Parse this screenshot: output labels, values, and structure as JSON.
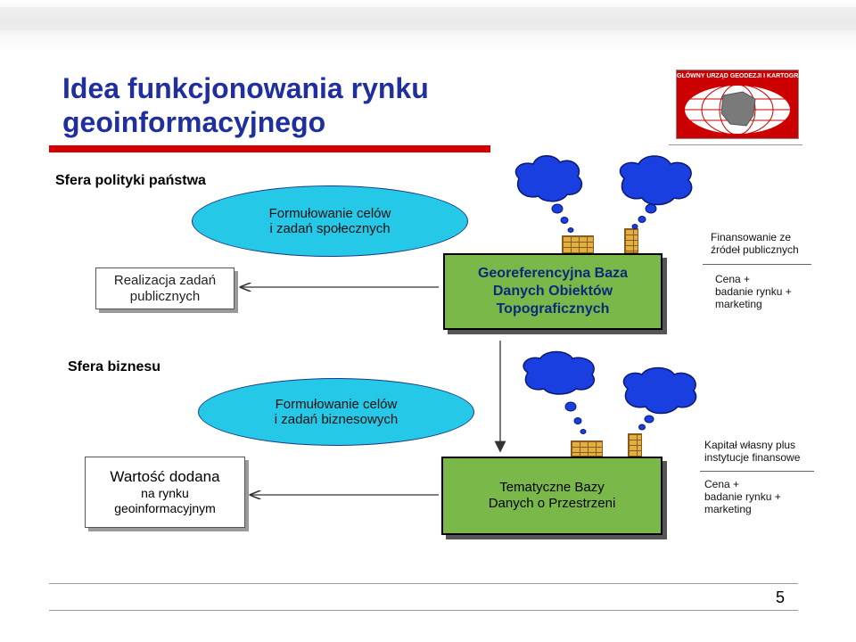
{
  "title": {
    "line1": "Idea funkcjonowania rynku",
    "line2": "geoinformacyjnego"
  },
  "logo": {
    "text": "GŁÓWNY URZĄD GEODEZJI I KARTOGRAFII"
  },
  "sphere_state": {
    "label": "Sfera polityki państwa",
    "goals": {
      "line1": "Formułowanie celów",
      "line2": "i zadań społecznych"
    },
    "realization": {
      "line1": "Realizacja zadań",
      "line2": "publicznych"
    },
    "database": {
      "line1": "Georeferencyjna Baza",
      "line2": "Danych Obiektów",
      "line3": "Topograficznych"
    },
    "financing": {
      "line1": "Finansowanie ze",
      "line2": "źródeł publicznych"
    },
    "price": {
      "line1": "Cena +",
      "line2": "badanie rynku +",
      "line3": "marketing"
    }
  },
  "sphere_business": {
    "label": "Sfera biznesu",
    "goals": {
      "line1": "Formułowanie celów",
      "line2": "i zadań biznesowych"
    },
    "value": {
      "line1": "Wartość dodana",
      "line2": "na rynku",
      "line3": "geoinformacyjnym"
    },
    "database": {
      "line1": "Tematyczne Bazy",
      "line2": "Danych o Przestrzeni"
    },
    "capital": {
      "line1": "Kapitał własny plus",
      "line2": "instytucje finansowe"
    },
    "price": {
      "line1": "Cena +",
      "line2": "badanie rynku +",
      "line3": "marketing"
    }
  },
  "page_number": "5",
  "colors": {
    "title": "#1f2f9e",
    "accent_red": "#d40000",
    "ellipse_fill": "#25c8e6",
    "database_fill": "#7ab84a",
    "cloud_fill": "#1a3fe0"
  }
}
